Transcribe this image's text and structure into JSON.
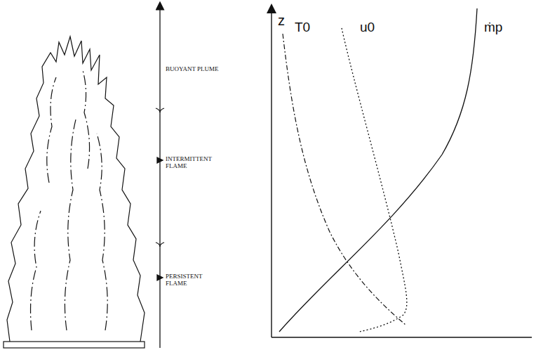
{
  "diagram": {
    "labels": [
      "BUOYANT PLUME",
      "INTERMITTENT FLAME",
      "PERSISTENT FLAME",
      "z",
      "T0",
      "u0",
      "ṁp"
    ]
  }
}
